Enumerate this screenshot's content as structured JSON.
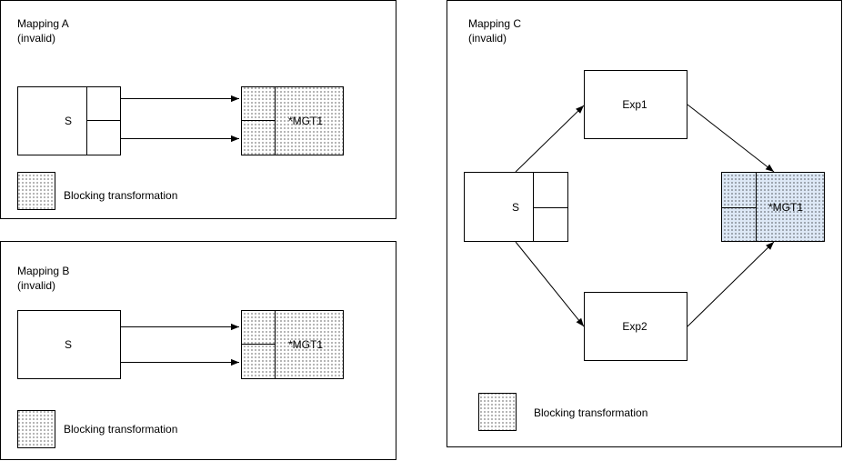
{
  "mapping_a": {
    "title": "Mapping A",
    "status": "(invalid)",
    "source_label": "S",
    "target_label": "*MGT1",
    "legend_label": "Blocking transformation"
  },
  "mapping_b": {
    "title": "Mapping B",
    "status": "(invalid)",
    "source_label": "S",
    "target_label": "*MGT1",
    "legend_label": "Blocking transformation"
  },
  "mapping_c": {
    "title": "Mapping C",
    "status": "(invalid)",
    "source_label": "S",
    "exp1_label": "Exp1",
    "exp2_label": "Exp2",
    "target_label": "*MGT1",
    "legend_label": "Blocking transformation"
  },
  "colors": {
    "dot_fill": "#ffffff",
    "dot_fill_highlight": "#dde8f6",
    "dot": "#000000"
  }
}
